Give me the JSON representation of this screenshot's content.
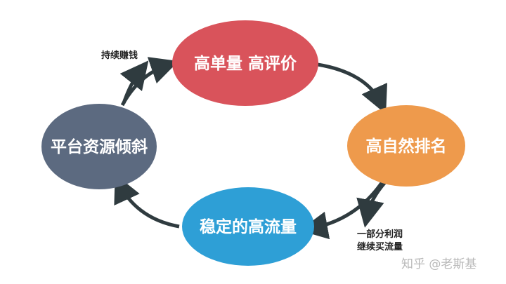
{
  "diagram": {
    "nodes": {
      "top": {
        "label": "高单量 高评价",
        "color": "#d9535b"
      },
      "right": {
        "label": "高自然排名",
        "color": "#ee9a4c"
      },
      "bottom": {
        "label": "稳定的高流量",
        "color": "#2e9fd6"
      },
      "left": {
        "label": "平台资源倾斜",
        "color": "#5c6a80"
      }
    },
    "notes": {
      "left_top": "持续赚钱",
      "right_bottom_line1": "一部分利润",
      "right_bottom_line2": "继续买流量"
    },
    "arrow_color": "#2f3b3f",
    "watermark": "知乎 @老斯基"
  }
}
